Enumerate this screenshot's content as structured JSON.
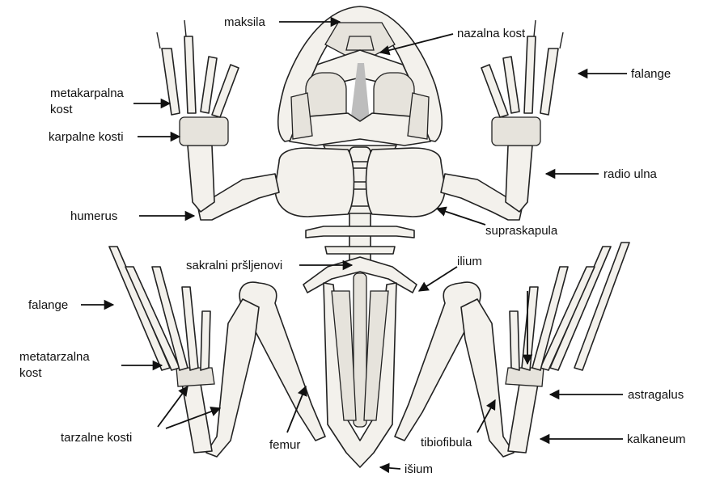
{
  "labels": {
    "maksila": "maksila",
    "nazalna_kost": "nazalna kost",
    "falange_top": "falange",
    "metakarpalna_1": "metakarpalna",
    "metakarpalna_2": "kost",
    "karpalne_kosti": "karpalne kosti",
    "radio_ulna": "radio ulna",
    "humerus": "humerus",
    "supraskapula": "supraskapula",
    "sakralni": "sakralni pršljenovi",
    "ilium": "ilium",
    "falange_left": "falange",
    "metatarzalna_1": "metatarzalna",
    "metatarzalna_2": "kost",
    "astragalus": "astragalus",
    "tarzalne_kosti": "tarzalne kosti",
    "femur": "femur",
    "tibiofibula": "tibiofibula",
    "kalkaneum": "kalkaneum",
    "isium": "išium"
  }
}
